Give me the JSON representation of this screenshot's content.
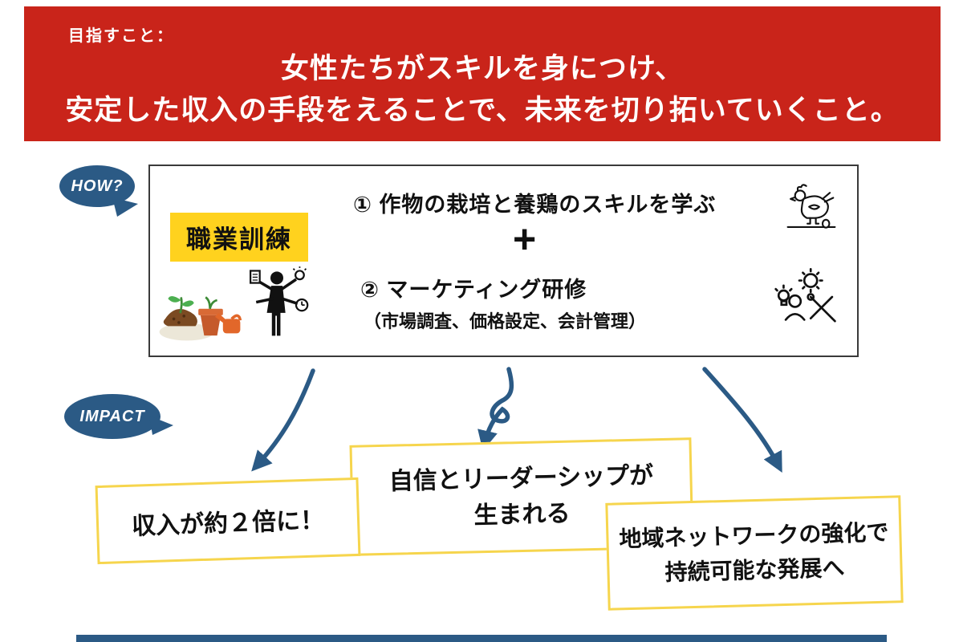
{
  "colors": {
    "banner_red": "#c9241a",
    "bubble_blue": "#2b5a85",
    "badge_yellow": "#ffd21e",
    "card_border_yellow": "#f6d54d"
  },
  "header": {
    "kicker": "目指すこと：",
    "line1": "女性たちがスキルを身につけ、",
    "line2": "安定した収入の手段をえることで、未来を切り拓いていくこと。"
  },
  "how": {
    "bubble": "HOW?",
    "badge": "職業訓練",
    "step1": "① 作物の栽培と養鶏のスキルを学ぶ",
    "plus": "+",
    "step2": "② マーケティング研修",
    "step2_detail": "（市場調査、価格設定、会計管理）",
    "icons": {
      "left1": "gardening-illustration",
      "left2": "multitask-person-illustration",
      "right1": "chicken-icon",
      "right2": "idea-gear-tools-icon"
    }
  },
  "impact": {
    "bubble": "IMPACT",
    "cards": [
      {
        "line1": "収入が約２倍に！",
        "line2": ""
      },
      {
        "line1": "自信とリーダーシップが",
        "line2": "生まれる"
      },
      {
        "line1": "地域ネットワークの強化で",
        "line2": "持続可能な発展へ"
      }
    ]
  }
}
